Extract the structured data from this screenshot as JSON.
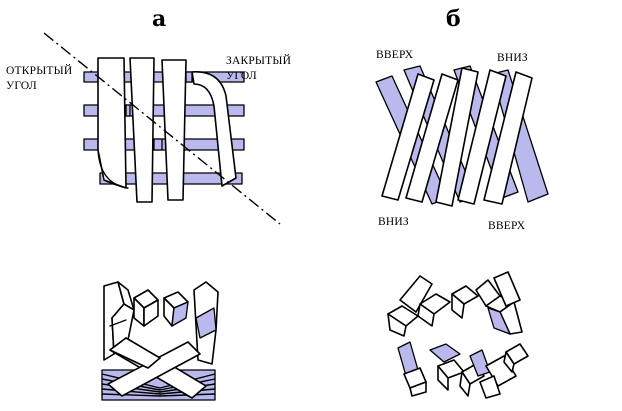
{
  "panels": {
    "a": {
      "header": "а",
      "open_corner_line1": "ОТКРЫТЫЙ",
      "open_corner_line2": "УГОЛ",
      "closed_corner_line1": "ЗАКРЫТЫЙ",
      "closed_corner_line2": "УГОЛ"
    },
    "b": {
      "header": "б",
      "up_top": "ВВЕРХ",
      "down_top": "ВНИЗ",
      "down_bottom": "ВНИЗ",
      "up_bottom": "ВВЕРХ"
    }
  },
  "colors": {
    "strip_blue": "#b9b9ee",
    "strip_white": "#ffffff",
    "outline": "#000000"
  }
}
